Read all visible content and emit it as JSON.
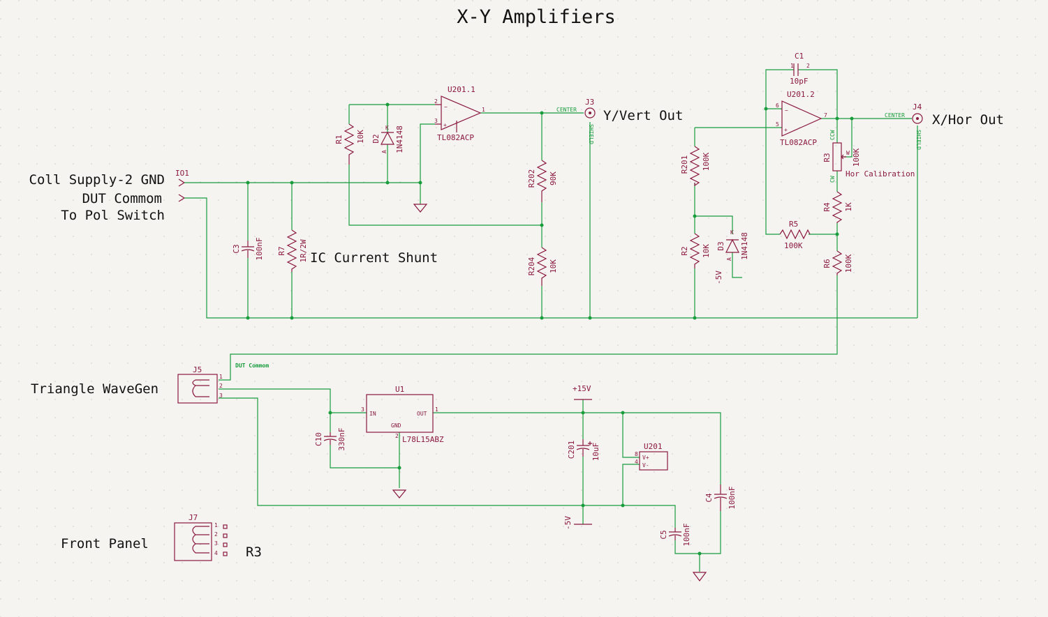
{
  "title": "X-Y Amplifiers",
  "labels": {
    "coll_supply": "Coll Supply-2 GND",
    "dut_common_in": "DUT Commom",
    "to_pol_switch": "To Pol Switch",
    "ic_current_shunt": "IC Current Shunt",
    "y_out": "Y/Vert Out",
    "x_out": "X/Hor Out",
    "hor_calibration": "Hor Calibration",
    "triangle_wavegen": "Triangle WaveGen",
    "dut_common_net": "DUT Commom",
    "front_panel": "Front Panel",
    "front_panel_r3": "R3"
  },
  "components": {
    "io1": {
      "ref": "IO1"
    },
    "r1": {
      "ref": "R1",
      "value": "10K"
    },
    "d2": {
      "ref": "D2",
      "value": "1N4148",
      "pin_k": "K",
      "pin_a": "A"
    },
    "u201_1": {
      "ref": "U201.1",
      "value": "TL082ACP",
      "pin_minus": "2",
      "pin_plus": "3",
      "pin_out": "1"
    },
    "j3": {
      "ref": "J3",
      "center": "CENTER",
      "shield": "SHIELD"
    },
    "r202": {
      "ref": "R202",
      "value": "90K"
    },
    "r204": {
      "ref": "R204",
      "value": "10K"
    },
    "c3": {
      "ref": "C3",
      "value": "100nF"
    },
    "r7": {
      "ref": "R7",
      "value": "1R/2W"
    },
    "r201": {
      "ref": "R201",
      "value": "100K"
    },
    "r2": {
      "ref": "R2",
      "value": "10K"
    },
    "d3": {
      "ref": "D3",
      "value": "1N4148",
      "pin_k": "K",
      "pin_a": "A",
      "supply": "-5V"
    },
    "c1": {
      "ref": "C1",
      "value": "10pF",
      "pin1": "1",
      "pin2": "2"
    },
    "u201_2": {
      "ref": "U201.2",
      "value": "TL082ACP",
      "pin_minus": "6",
      "pin_plus": "5",
      "pin_out": "7"
    },
    "j4": {
      "ref": "J4",
      "center": "CENTER",
      "shield": "SHIELD"
    },
    "r3": {
      "ref": "R3",
      "value": "100K",
      "ccw": "CCW",
      "cw": "CW",
      "wiper": "W"
    },
    "r4": {
      "ref": "R4",
      "value": "1K"
    },
    "r5": {
      "ref": "R5",
      "value": "100K"
    },
    "r6": {
      "ref": "R6",
      "value": "100K"
    },
    "j5": {
      "ref": "J5",
      "pins": [
        "1",
        "2",
        "3"
      ]
    },
    "u1": {
      "ref": "U1",
      "value": "L78L15ABZ",
      "pin_in": "IN",
      "pin_out": "OUT",
      "pin_gnd": "GND",
      "n_in": "3",
      "n_out": "1",
      "n_gnd": "2"
    },
    "c10": {
      "ref": "C10",
      "value": "330nF"
    },
    "c201": {
      "ref": "C201",
      "value": "10uF"
    },
    "u201": {
      "ref": "U201",
      "pin_vp": "V+",
      "pin_vm": "V-",
      "n_vp": "8",
      "n_vm": "4"
    },
    "c4": {
      "ref": "C4",
      "value": "100nF"
    },
    "c5": {
      "ref": "C5",
      "value": "100nF"
    },
    "j7": {
      "ref": "J7",
      "pins": [
        "1",
        "2",
        "3",
        "4"
      ]
    }
  },
  "power": {
    "plus15": "+15V",
    "minus5": "-5V"
  },
  "colors": {
    "wire": "#189c3c",
    "component": "#8a1840",
    "background": "#f5f4f0",
    "text": "#111111"
  }
}
